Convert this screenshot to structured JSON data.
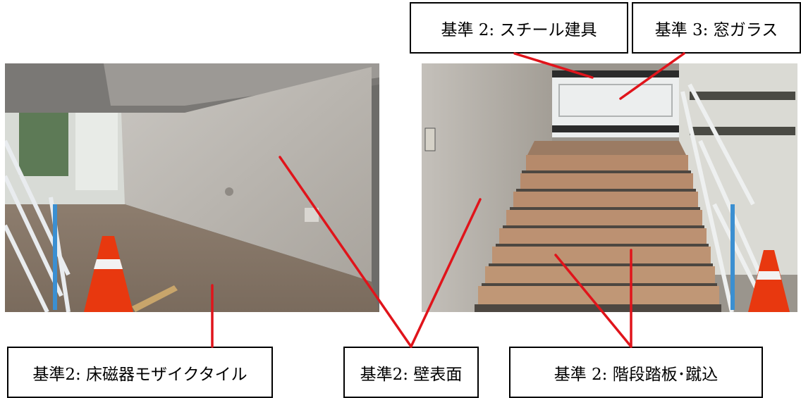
{
  "labels": {
    "steel_fittings": "基準 2: スチール建具",
    "window_glass": "基準 3: 窓ガラス",
    "floor_tile": "基準2: 床磁器モザイクタイル",
    "wall_surface": "基準2: 壁表面",
    "stair_treads": "基準 2: 階段踏板･蹴込"
  },
  "colors": {
    "leader_line": "#e0141b",
    "cone": "#e8380f",
    "box_border": "#000000"
  }
}
